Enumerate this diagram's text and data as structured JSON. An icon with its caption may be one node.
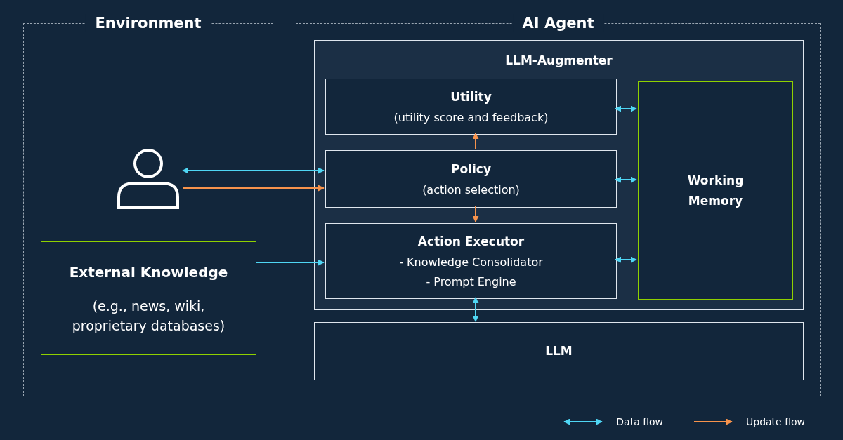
{
  "diagram": {
    "nodes": [
      {
        "text": [
          "Environment"
        ]
      },
      {
        "text": [],
        "shape": "person",
        "in": 0
      },
      {
        "text": [
          "External Knowledge",
          "(e.g., news, wiki, proprietary databases)"
        ],
        "in": 0
      },
      {
        "text": [
          "AI Agent"
        ]
      },
      {
        "text": [
          "LLM-Augmenter"
        ],
        "in": 3
      },
      {
        "text": [
          "Utility",
          "(utility score and feedback)"
        ],
        "in": 4
      },
      {
        "text": [
          "Policy",
          "(action selection)"
        ],
        "in": 4
      },
      {
        "text": [
          "Action Executor",
          "- Knowledge Consolidator",
          "- Prompt Engine"
        ],
        "in": 4
      },
      {
        "text": [
          "Working Memory"
        ],
        "in": 4
      },
      {
        "text": [
          "LLM"
        ],
        "in": 3
      }
    ],
    "edges": [
      {
        "from": 1,
        "to": 6,
        "arrow": "both"
      },
      {
        "from": 1,
        "to": 6,
        "arrow": "to",
        "color": "#f7934c"
      },
      {
        "from": 2,
        "to": 7,
        "arrow": "to"
      },
      {
        "from": 5,
        "to": 8,
        "arrow": "both"
      },
      {
        "from": 6,
        "to": 8,
        "arrow": "both"
      },
      {
        "from": 7,
        "to": 8,
        "arrow": "both"
      },
      {
        "from": 6,
        "to": 5,
        "arrow": "to",
        "color": "#f7934c"
      },
      {
        "from": 6,
        "to": 7,
        "arrow": "to",
        "color": "#f7934c"
      },
      {
        "from": 7,
        "to": 9,
        "arrow": "both"
      }
    ],
    "legend": [
      {
        "text": "Data flow",
        "color": "#4fd6f4"
      },
      {
        "text": "Update flow",
        "color": "#f7934c"
      }
    ]
  }
}
